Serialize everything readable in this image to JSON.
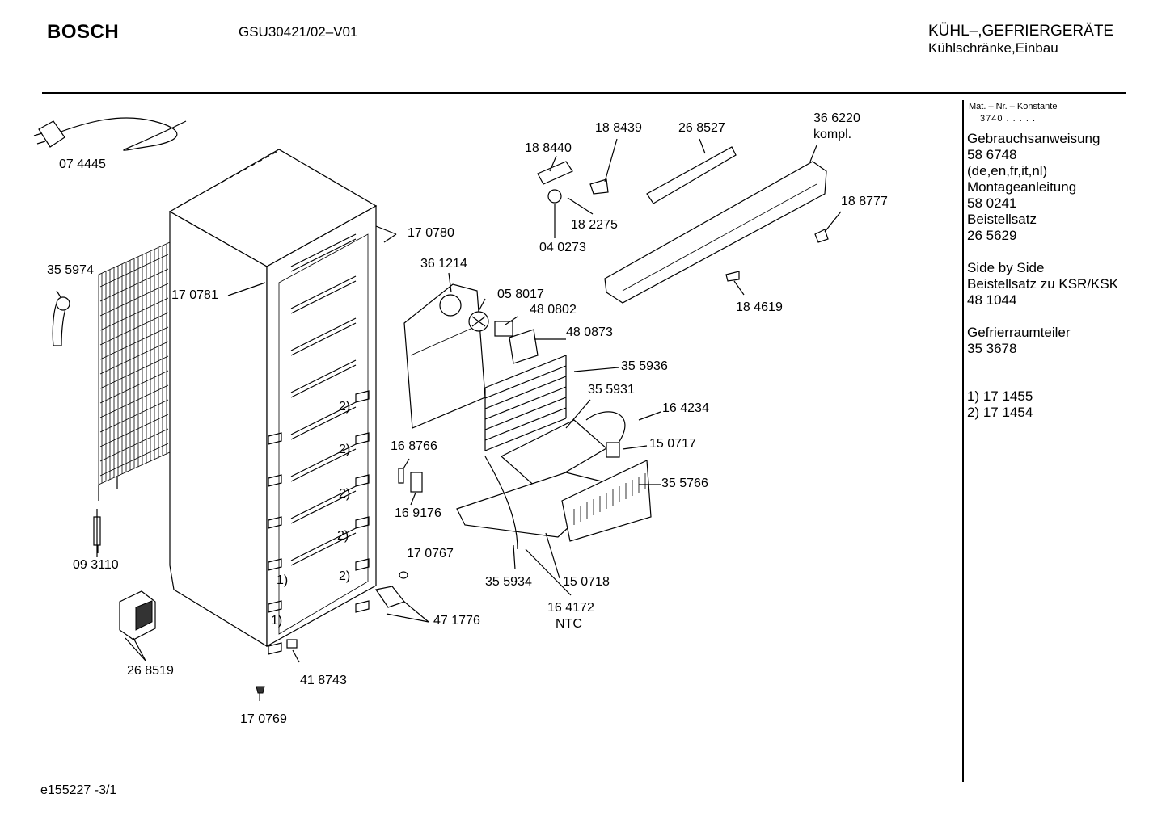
{
  "header": {
    "brand": "BOSCH",
    "model": "GSU30421/02–V01",
    "category_line1": "KÜHL–,GEFRIERGERÄTE",
    "category_line2": "Kühlschränke,Einbau"
  },
  "sidebar": {
    "mat_label": "Mat. – Nr. – Konstante",
    "mat_value": "3740  .  .  .  .  .",
    "lines": [
      "Gebrauchsanweisung",
      "58 6748",
      "(de,en,fr,it,nl)",
      "Montageanleitung",
      "58 0241",
      "Beistellsatz",
      "26 5629",
      "Side by Side",
      "Beistellsatz zu KSR/KSK",
      "48 1044",
      "Gefrierraumteiler",
      "35 3678",
      "1) 17 1455",
      "2) 17 1454"
    ]
  },
  "parts": [
    "07 4445",
    "35 5974",
    "17 0781",
    "17 0780",
    "09 3110",
    "26 8519",
    "41 8743",
    "17 0769",
    "36 1214",
    "05 8017",
    "48 0802",
    "48 0873",
    "35 5936",
    "35 5931",
    "16 4234",
    "15  0717",
    "35 5766",
    "16 8766",
    "16 9176",
    "17 0767",
    "47 1776",
    "35 5934",
    "15  0718",
    "16 4172",
    "NTC",
    "18 8440",
    "18 8439",
    "26 8527",
    "36 6220",
    "kompl.",
    "18 2275",
    "04 0273",
    "18 8777",
    "18 4619"
  ],
  "callouts": [
    "2)",
    "2)",
    "2)",
    "2)",
    "2)",
    "1)",
    "1)"
  ],
  "footer": {
    "code": "e155227 -3/1"
  }
}
